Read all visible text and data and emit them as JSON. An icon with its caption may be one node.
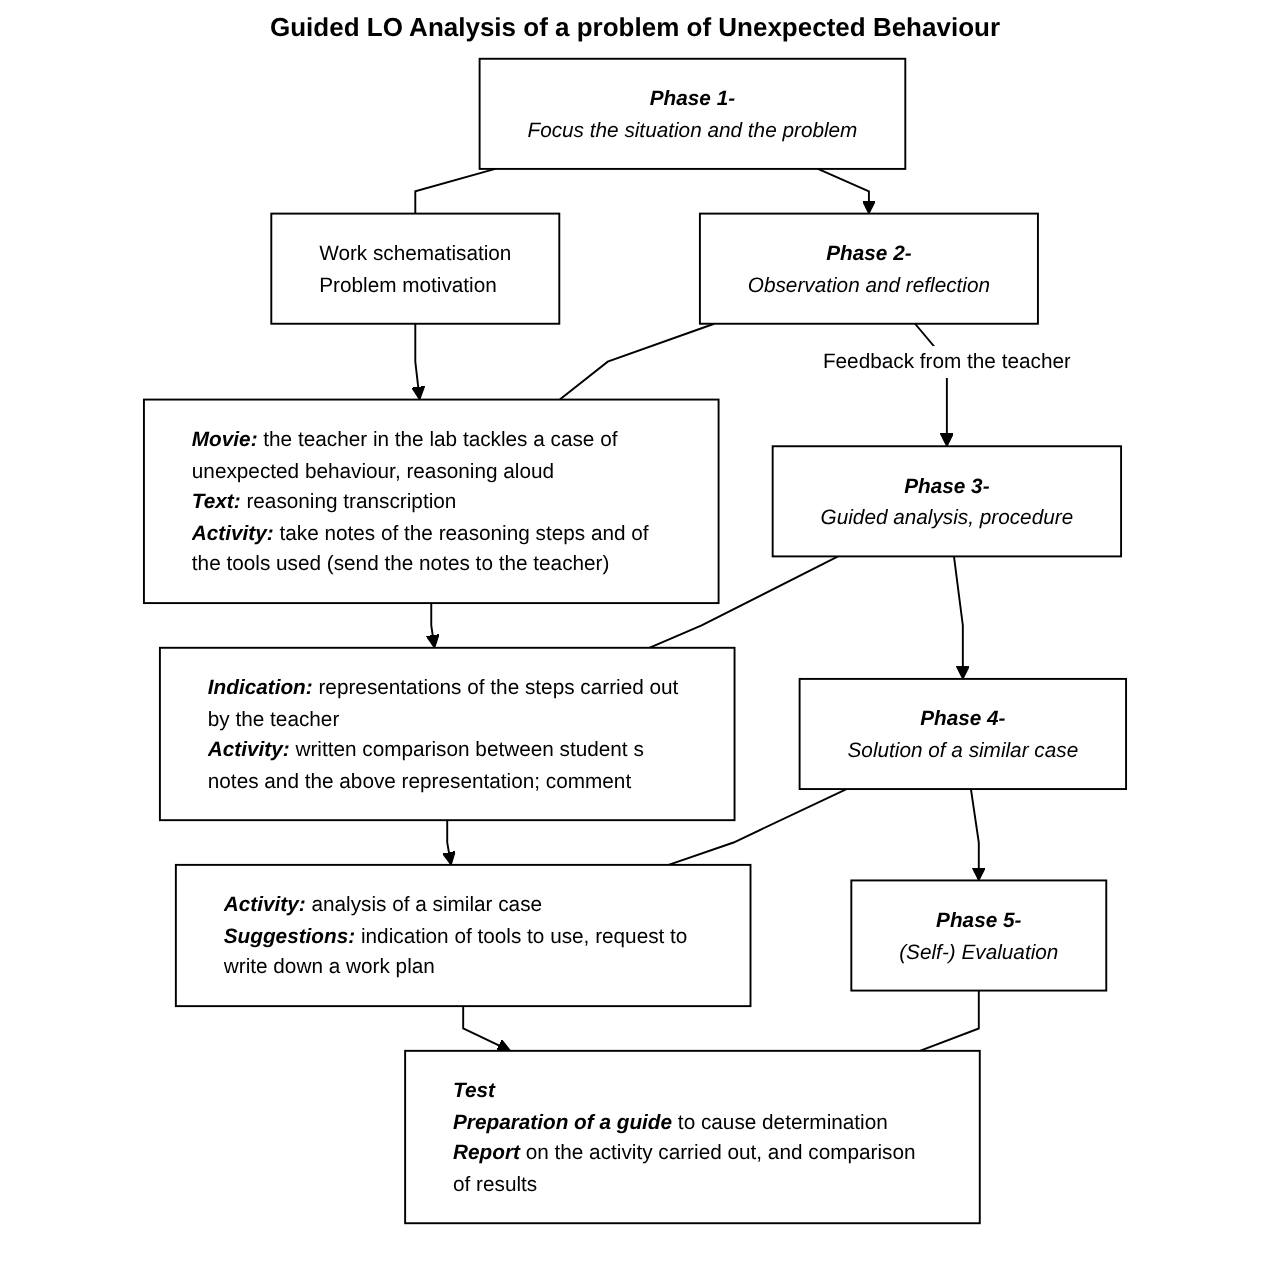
{
  "diagram": {
    "title": "Guided LO Analysis of a problem of Unexpected Behaviour",
    "nodes": [
      {
        "text": [
          "Phase 1-",
          "Focus the situation and the problem"
        ]
      },
      {
        "text": [
          "Work schematisation",
          "Problem motivation"
        ]
      },
      {
        "text": [
          "Phase 2-",
          "Observation and reflection"
        ]
      },
      {
        "text": [
          "**Movie:** the teacher in the lab tackles a case of unexpected behaviour, reasoning aloud",
          "**Text:** reasoning transcription",
          "**Activity:** take notes of the reasoning steps and of the tools used (send the notes to the teacher)"
        ]
      },
      {
        "text": [
          "Phase 3-",
          "Guided analysis, procedure"
        ]
      },
      {
        "text": [
          "**Indication:** representations of the steps carried out by the teacher",
          "**Activity:** written comparison between student s notes and the above representation; comment"
        ]
      },
      {
        "text": [
          "Phase 4-",
          "Solution of a similar case"
        ]
      },
      {
        "text": [
          "**Activity:** analysis of a similar case",
          "**Suggestions:** indication of tools to use, request to write down a work plan"
        ]
      },
      {
        "text": [
          "Phase 5-",
          "(Self-) Evaluation"
        ]
      },
      {
        "text": [
          "**Test**",
          "**Preparation of a guide** to cause determination",
          "**Report** on the activity carried out, and comparison of results"
        ]
      }
    ],
    "edges": [
      {
        "from": 0,
        "to": 1,
        "arrow": "none"
      },
      {
        "from": 0,
        "to": 2,
        "arrow": "to"
      },
      {
        "from": 1,
        "to": 3,
        "arrow": "to"
      },
      {
        "from": 2,
        "to": 3,
        "arrow": "none"
      },
      {
        "from": 2,
        "to": 4,
        "arrow": "to",
        "label": "Feedback from the teacher"
      },
      {
        "from": 3,
        "to": 5,
        "arrow": "to"
      },
      {
        "from": 4,
        "to": 5,
        "arrow": "none"
      },
      {
        "from": 4,
        "to": 6,
        "arrow": "to"
      },
      {
        "from": 5,
        "to": 7,
        "arrow": "to"
      },
      {
        "from": 6,
        "to": 7,
        "arrow": "none"
      },
      {
        "from": 6,
        "to": 8,
        "arrow": "to"
      },
      {
        "from": 7,
        "to": 9,
        "arrow": "to"
      },
      {
        "from": 8,
        "to": 9,
        "arrow": "none"
      }
    ]
  }
}
